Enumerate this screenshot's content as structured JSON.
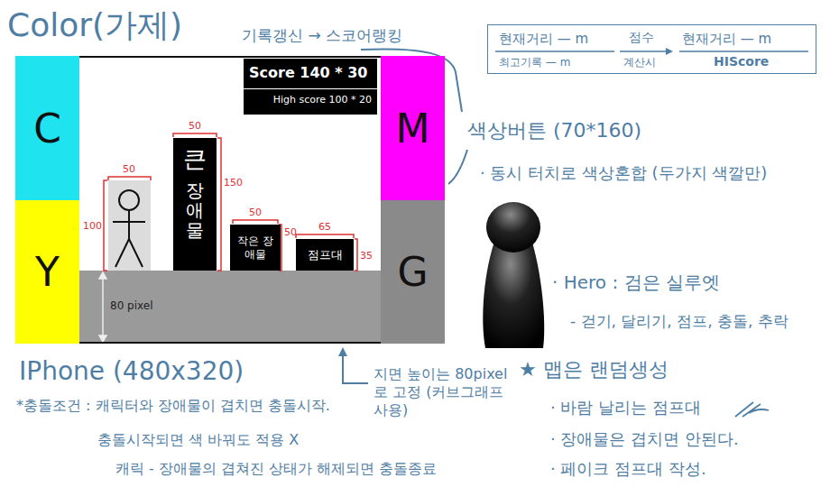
{
  "diagram": {
    "title": "Color(가제)",
    "nodes": [
      {
        "text": [
          "IPhone (480x320)"
        ]
      },
      {
        "text": [
          "C"
        ],
        "in": 0
      },
      {
        "text": [
          "Y"
        ],
        "in": 0
      },
      {
        "text": [
          "Score 140 * 30",
          "High score 100 * 20"
        ],
        "in": 0
      },
      {
        "text": [
          "큰",
          "장애물"
        ],
        "in": 0
      },
      {
        "text": [
          "작은 장애물"
        ],
        "in": 0
      },
      {
        "text": [
          "점프대"
        ],
        "in": 0
      },
      {
        "text": [
          "M"
        ],
        "in": 0
      },
      {
        "text": [
          "G"
        ],
        "in": 0
      },
      {
        "text": [
          "현재거리 — m",
          "최고기록 — m",
          "점수",
          "계산시",
          "현재거리 — m",
          "HIScore"
        ]
      }
    ],
    "labels": [
      "기록갱신 → 스코어랭킹",
      "50",
      "100",
      "50",
      "150",
      "50",
      "50",
      "65",
      "35",
      "80 pixel",
      "색상버튼 (70*160)",
      "· 동시 터치로 색상혼합 (두가지 색깔만)",
      "· Hero : 검은 실루엣",
      "- 걷기, 달리기, 점프, 충돌, 추락",
      "지면 높이는 80pixel로 고정 (커브그래프 사용)",
      "★ 맵은 랜덤생성",
      "· 바람 날리는 점프대",
      "· 장애물은 겹치면 안된다.",
      "· 페이크 점프대 작성.",
      "*충돌조건 : 캐릭터와 장애물이 겹치면 충돌시작.",
      "충돌시작되면 색 바꿔도 적용 X",
      "캐릭 - 장애물의 겹쳐진 상태가 해제되면 충돌종료"
    ]
  }
}
